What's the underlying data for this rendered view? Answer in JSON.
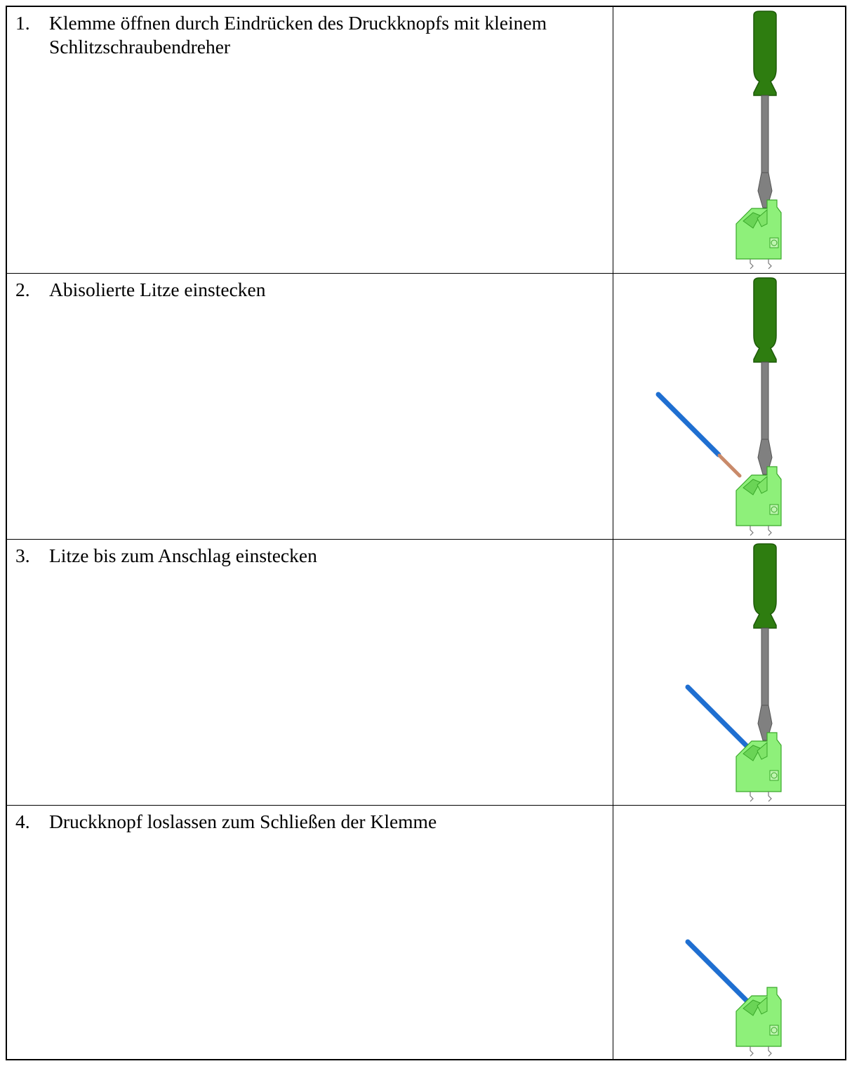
{
  "steps": [
    {
      "number": "1.",
      "text": "Klemme öffnen durch Eindrücken des Druckknopfs mit kleinem Schlitzschraubendreher",
      "illustration": {
        "screwdriver": true,
        "wire": "none"
      }
    },
    {
      "number": "2.",
      "text": "Abisolierte Litze einstecken",
      "illustration": {
        "screwdriver": true,
        "wire": "approaching"
      }
    },
    {
      "number": "3.",
      "text": "Litze bis zum Anschlag einstecken",
      "illustration": {
        "screwdriver": true,
        "wire": "inserted"
      }
    },
    {
      "number": "4.",
      "text": "Druckknopf loslassen zum Schließen der Klemme",
      "illustration": {
        "screwdriver": false,
        "wire": "inserted"
      }
    }
  ],
  "colors": {
    "screwdriver_handle": "#2e7d10",
    "screwdriver_shaft": "#808080",
    "terminal": "#8ef07a",
    "wire_insulation": "#1f6fd1",
    "wire_copper": "#c98a6a"
  }
}
